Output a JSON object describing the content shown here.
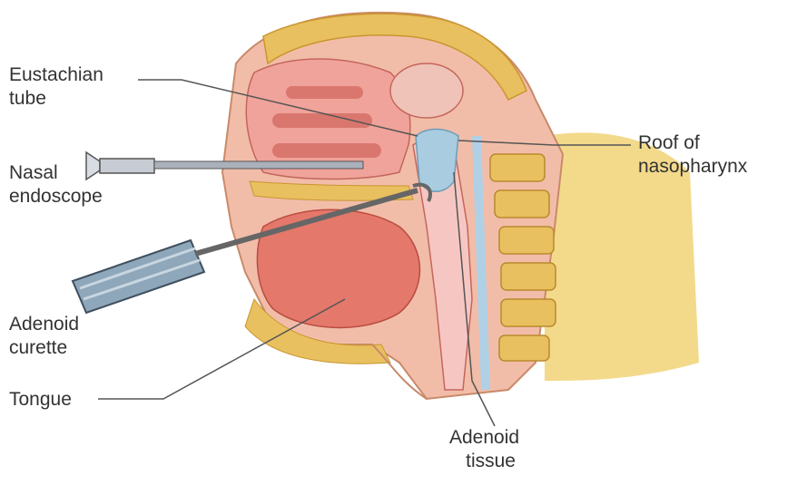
{
  "labels": {
    "eustachian": [
      "Eustachian",
      "tube"
    ],
    "endoscope": [
      "Nasal",
      "endoscope"
    ],
    "curette": [
      "Adenoid",
      "curette"
    ],
    "tongue": "Tongue",
    "adenoid_tissue": [
      "Adenoid",
      "tissue"
    ],
    "roof": [
      "Roof of",
      "nasopharynx"
    ]
  },
  "colors": {
    "skin": "#f2bda8",
    "flesh": "#e4786a",
    "bone": "#e9c060",
    "fat": "#f3d98a",
    "mucosa": "#f0a39a",
    "adenoid": "#a9cce0",
    "leader": "#555555"
  }
}
